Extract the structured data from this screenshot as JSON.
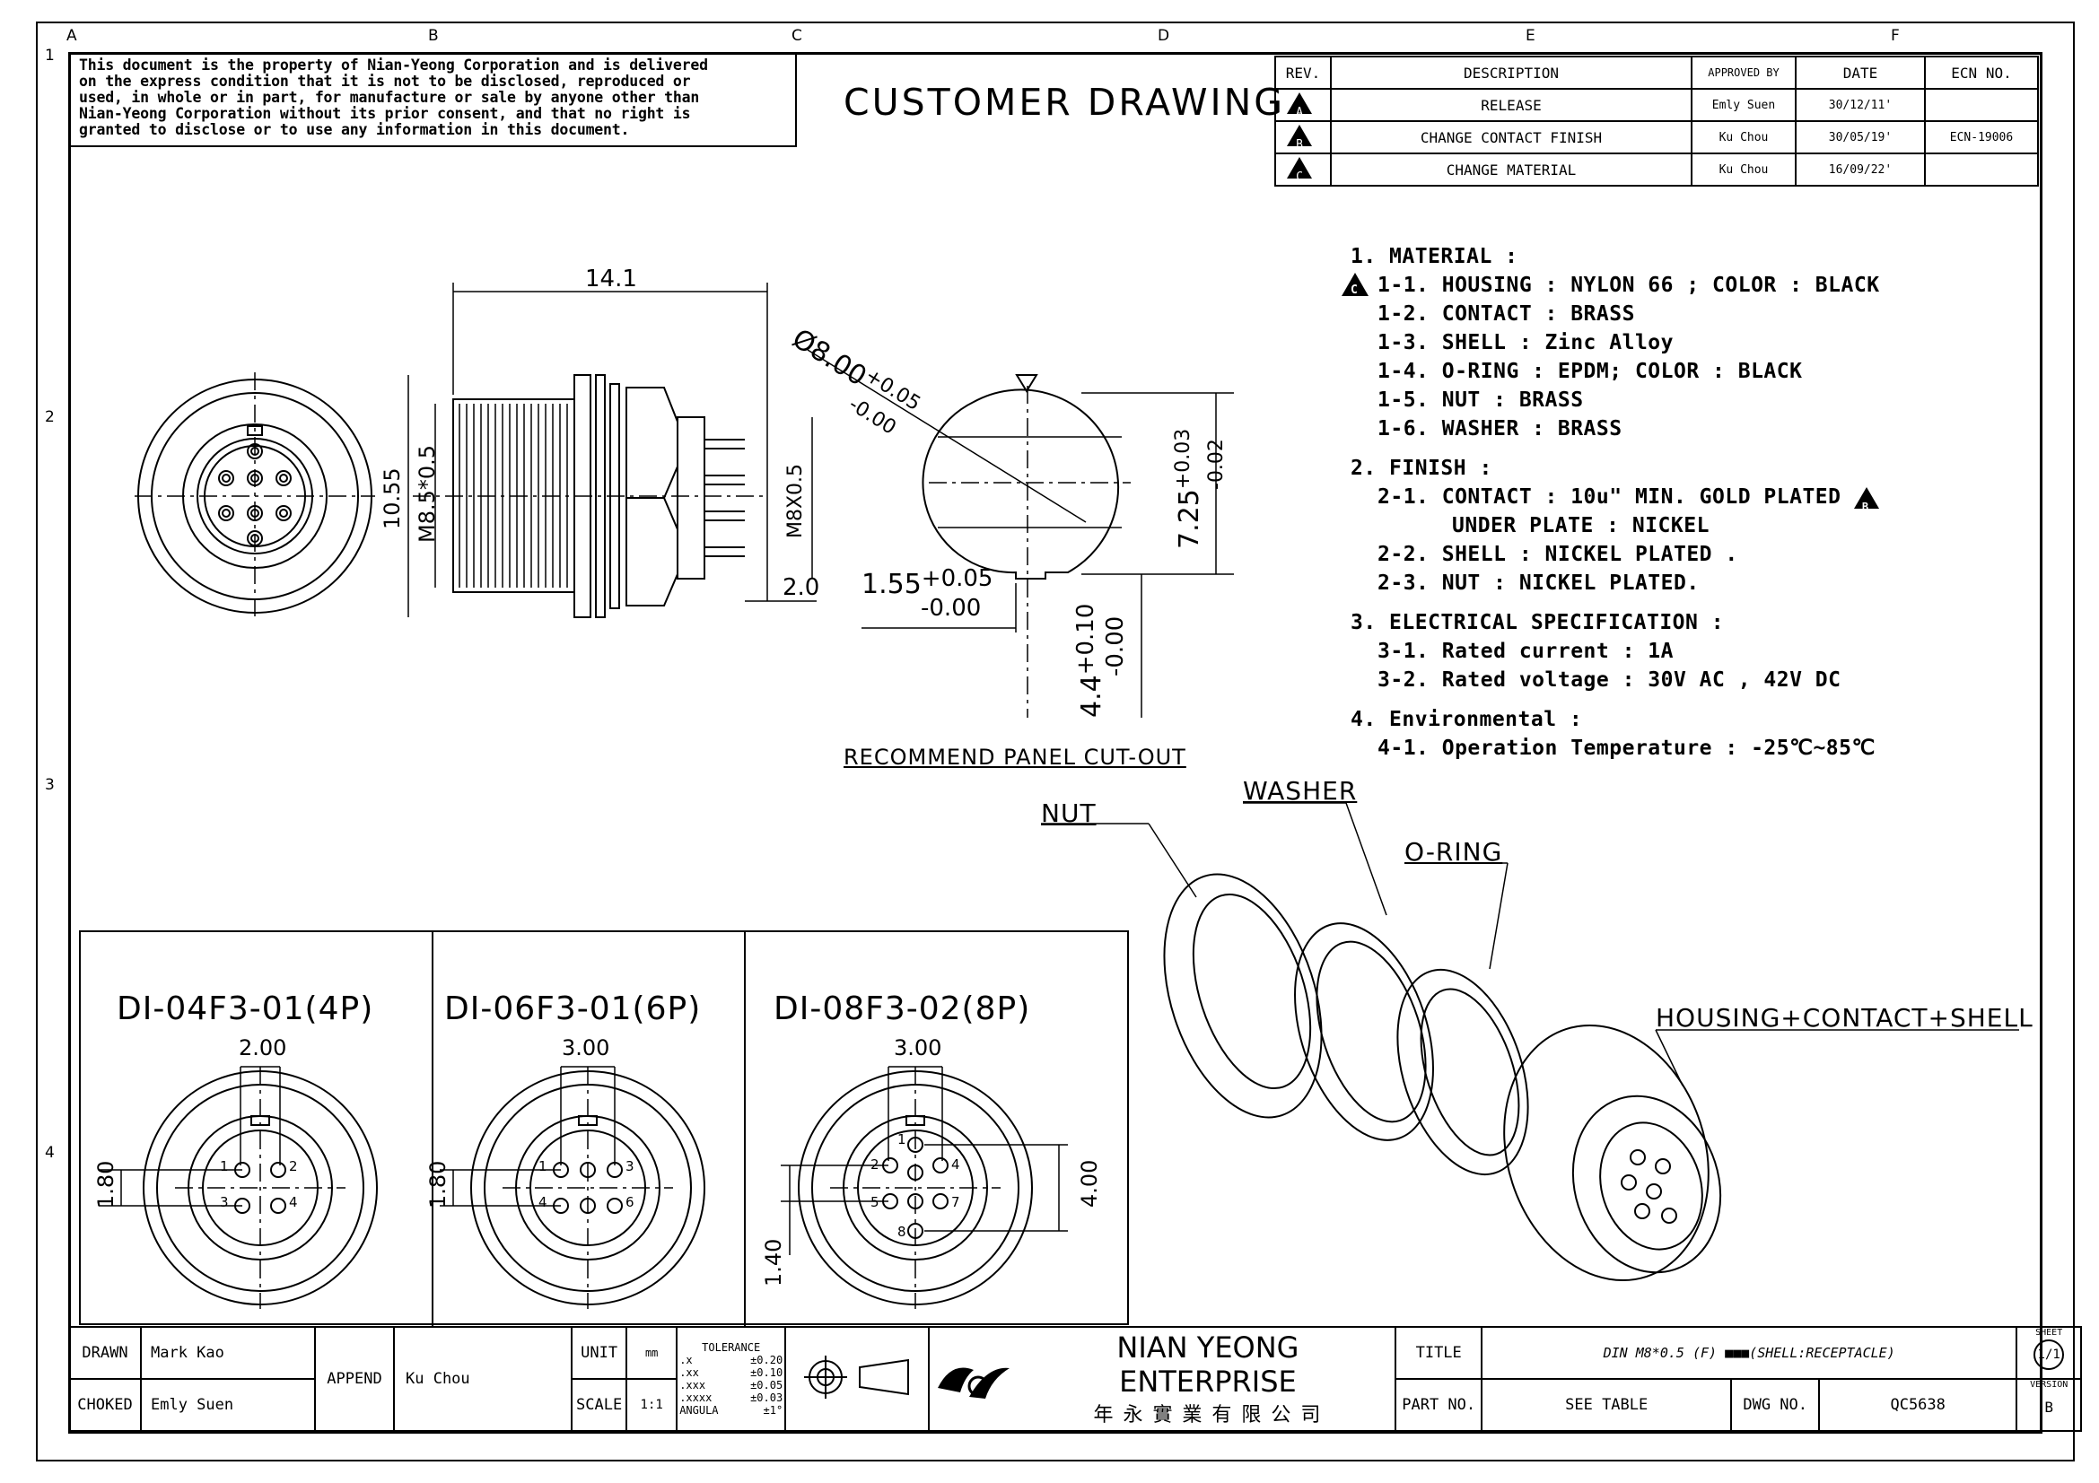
{
  "zones": {
    "columns": [
      "A",
      "B",
      "C",
      "D",
      "E",
      "F"
    ],
    "rows": [
      "1",
      "2",
      "3",
      "4"
    ]
  },
  "property_notice": "This document is the property of Nian-Yeong Corporation and is delivered\non  the  express condition that it is not to be disclosed, reproduced or\nused, in whole or in part, for manufacture or sale by anyone other than\nNian-Yeong Corporation without its prior consent, and that no right is\ngranted to disclose or to use any information in this document.",
  "heading": "CUSTOMER  DRAWING",
  "revisions": {
    "headers": [
      "REV.",
      "DESCRIPTION",
      "APPROVED BY",
      "DATE",
      "ECN NO."
    ],
    "rows": [
      {
        "rev": "A",
        "description": "RELEASE",
        "approved_by": "Emly Suen",
        "date": "30/12/11'",
        "ecn": ""
      },
      {
        "rev": "B",
        "description": "CHANGE CONTACT FINISH",
        "approved_by": "Ku Chou",
        "date": "30/05/19'",
        "ecn": "ECN-19006"
      },
      {
        "rev": "C",
        "description": "CHANGE MATERIAL",
        "approved_by": "Ku Chou",
        "date": "16/09/22'",
        "ecn": ""
      }
    ]
  },
  "notes": {
    "material_title": "1. MATERIAL :",
    "m1": "1-1. HOUSING : NYLON 66 ; COLOR : BLACK",
    "m1_rev": "C",
    "m2": "1-2. CONTACT : BRASS",
    "m3": "1-3. SHELL : Zinc Alloy",
    "m4": "1-4. O-RING : EPDM; COLOR : BLACK",
    "m5": "1-5. NUT : BRASS",
    "m6": "1-6. WASHER : BRASS",
    "finish_title": "2. FINISH :",
    "f1": "2-1. CONTACT : 10u\" MIN. GOLD PLATED",
    "f1_rev": "B",
    "f1b": "UNDER PLATE : NICKEL",
    "f2": "2-2. SHELL : NICKEL PLATED .",
    "f3": "2-3. NUT : NICKEL PLATED.",
    "elec_title": "3. ELECTRICAL SPECIFICATION :",
    "e1": "3-1. Rated current : 1A",
    "e2": "3-2. Rated voltage : 30V AC , 42V DC",
    "env_title": "4. Environmental :",
    "env1": "4-1. Operation Temperature : -25℃~85℃"
  },
  "dims": {
    "length": "14.1",
    "height": "10.55",
    "thread": "M8.5*0.5",
    "thread2": "M8X0.5",
    "tail": "2.0",
    "cut_dia": "Ø8.00",
    "cut_dia_tol_plus": "+0.05",
    "cut_dia_tol_minus": "-0.00",
    "cut_flat": "7.25",
    "cut_flat_tol_plus": "+0.03",
    "cut_flat_tol_minus": "-0.02",
    "key_w": "1.55",
    "key_w_tol_plus": "+0.05",
    "key_w_tol_minus": "-0.00",
    "key_h": "4.4",
    "key_h_tol_plus": "+0.10",
    "key_h_tol_minus": "-0.00"
  },
  "panel_cutout_label": "RECOMMEND PANEL CUT-OUT",
  "callouts": {
    "nut": "NUT",
    "washer": "WASHER",
    "oring": "O-RING",
    "housing": "HOUSING+CONTACT+SHELL"
  },
  "variants": [
    {
      "name": "DI-04F3-01(4P)",
      "pitch": "2.00",
      "offset": "1.80",
      "pins": [
        "1",
        "2",
        "3",
        "4"
      ]
    },
    {
      "name": "DI-06F3-01(6P)",
      "pitch": "3.00",
      "offset": "1.80",
      "pins": [
        "1",
        "3",
        "4",
        "6"
      ]
    },
    {
      "name": "DI-08F3-02(8P)",
      "pitch": "3.00",
      "offset": "1.40",
      "height": "4.00",
      "pins": [
        "1",
        "2",
        "4",
        "5",
        "7",
        "8"
      ]
    }
  ],
  "title_block": {
    "drawn_label": "DRAWN",
    "drawn": "Mark Kao",
    "checked_label": "CHOKED",
    "checked": "Emly Suen",
    "append_label": "APPEND",
    "append": "Ku Chou",
    "unit_label": "UNIT",
    "unit": "mm",
    "scale_label": "SCALE",
    "scale": "1:1",
    "tolerance_label": "TOLERANCE",
    "tol_x": ".x",
    "tol_x_v": "±0.20",
    "tol_xx": ".xx",
    "tol_xx_v": "±0.10",
    "tol_xxx": ".xxx",
    "tol_xxx_v": "±0.05",
    "tol_xxxx": ".xxxx",
    "tol_xxxx_v": "±0.03",
    "tol_ang": "ANGULA",
    "tol_ang_v": "±1°",
    "company": "NIAN YEONG ENTERPRISE",
    "company_cn": "年 永 實 業 有 限 公 司",
    "title_label": "TITLE",
    "title": "DIN M8*0.5 (F) ■■■(SHELL:RECEPTACLE)",
    "part_label": "PART NO.",
    "part": "SEE TABLE",
    "dwg_label": "DWG NO.",
    "dwg": "QC5638",
    "sheet_label": "SHEET",
    "sheet": "1/1",
    "version_label": "VERSION",
    "version": "B"
  }
}
